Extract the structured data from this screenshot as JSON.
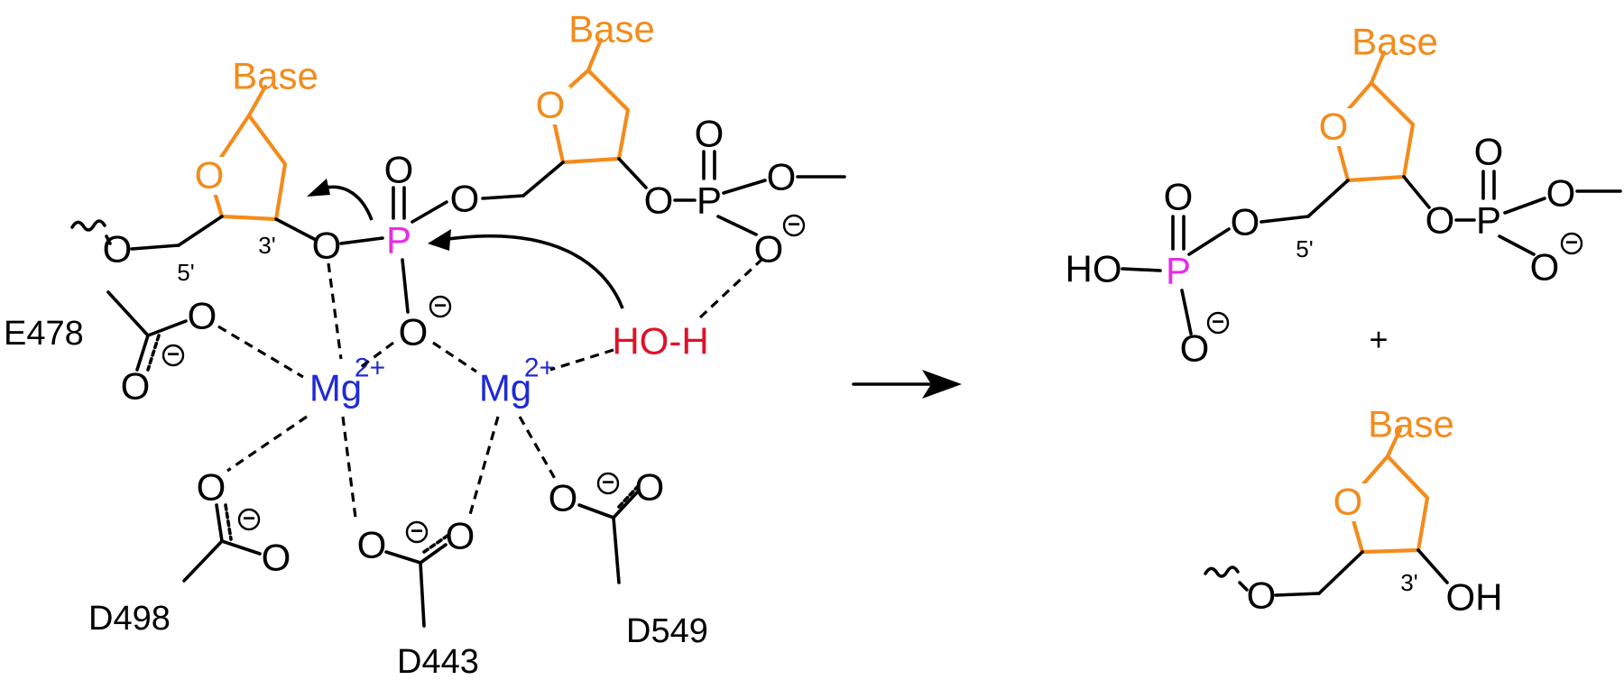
{
  "colors": {
    "sugar": "#f28c1c",
    "phosphorus": "#e62ee6",
    "magnesium": "#1f2ad6",
    "water": "#e0102a",
    "bond": "#000000"
  },
  "atoms": {
    "base": "Base",
    "oxygen": "O",
    "phosphorus": "P",
    "magnesium": "Mg",
    "mg_charge": "2+",
    "water": "HO-H",
    "hydroxyl_left": "HO",
    "hydroxyl_right": "OH",
    "minus": "−",
    "plus": "+"
  },
  "positions": {
    "three_prime": "3'",
    "five_prime": "5'"
  },
  "residues": {
    "e478": "E478",
    "d498": "D498",
    "d443": "D443",
    "d549": "D549"
  }
}
